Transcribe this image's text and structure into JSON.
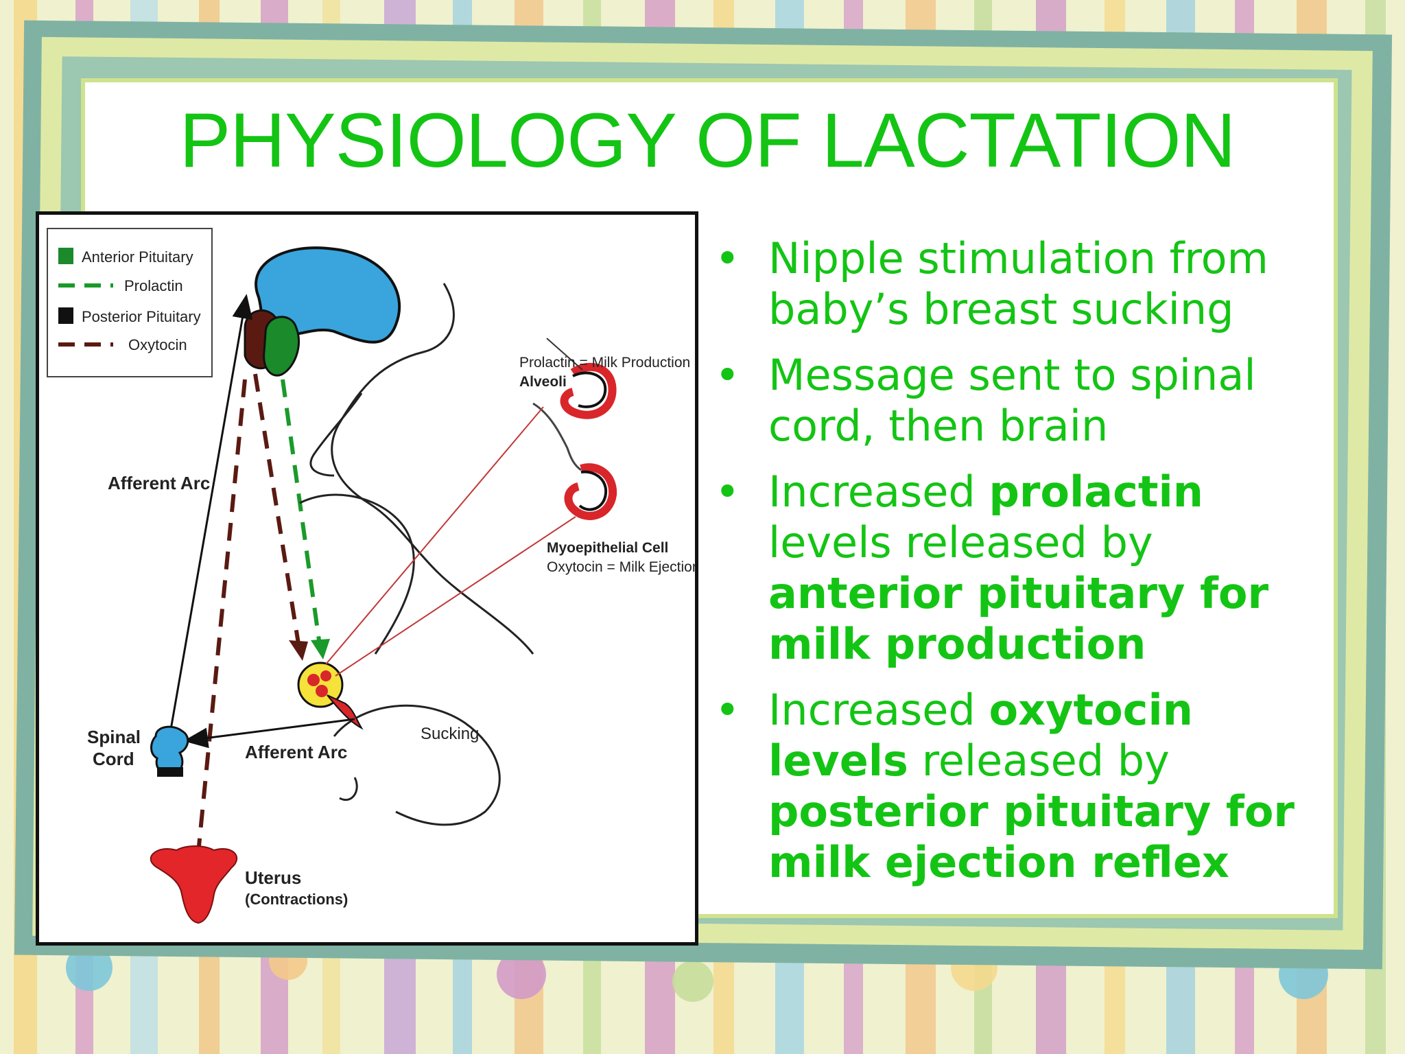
{
  "slide": {
    "title": "PHYSIOLOGY OF LACTATION",
    "colors": {
      "title": "#14c414",
      "frame": "#7fb2a3",
      "background": "#f0f1cf"
    }
  },
  "diagram": {
    "legend": {
      "anterior_pituitary": "Anterior Pituitary",
      "prolactin": "Prolactin",
      "posterior_pituitary": "Posterior Pituitary",
      "oxytocin": "Oxytocin"
    },
    "labels": {
      "afferent_arc_upper": "Afferent Arc",
      "afferent_arc_lower": "Afferent Arc",
      "spinal_cord_line1": "Spinal",
      "spinal_cord_line2": "Cord",
      "sucking": "Sucking",
      "uterus_line1": "Uterus",
      "uterus_line2": "(Contractions)",
      "alveoli_line1": "Prolactin = Milk Production",
      "alveoli_line2": "Alveoli",
      "myoepithelial_line1": "Myoepithelial Cell",
      "myoepithelial_line2": "Oxytocin = Milk Ejection"
    },
    "colors": {
      "anterior_pituitary": "#1a8a2a",
      "posterior_pituitary": "#5a1a12",
      "brain": "#3aa4dc",
      "uterus": "#e2262a",
      "spinal_cord": "#3aa4dc"
    }
  },
  "bullets": [
    {
      "segments": [
        {
          "text": "Nipple stimulation from baby’s breast sucking",
          "bold": false
        }
      ]
    },
    {
      "segments": [
        {
          "text": "Message sent to spinal cord, then brain",
          "bold": false
        }
      ]
    },
    {
      "segments": [
        {
          "text": "Increased ",
          "bold": false
        },
        {
          "text": "prolactin",
          "bold": true
        },
        {
          "text": " levels released by ",
          "bold": false
        },
        {
          "text": "anterior pituitary for milk production",
          "bold": true
        }
      ]
    },
    {
      "segments": [
        {
          "text": "Increased ",
          "bold": false
        },
        {
          "text": "oxytocin levels",
          "bold": true
        },
        {
          "text": " released by ",
          "bold": false
        },
        {
          "text": "posterior pituitary for milk ejection reflex",
          "bold": true
        }
      ]
    }
  ]
}
